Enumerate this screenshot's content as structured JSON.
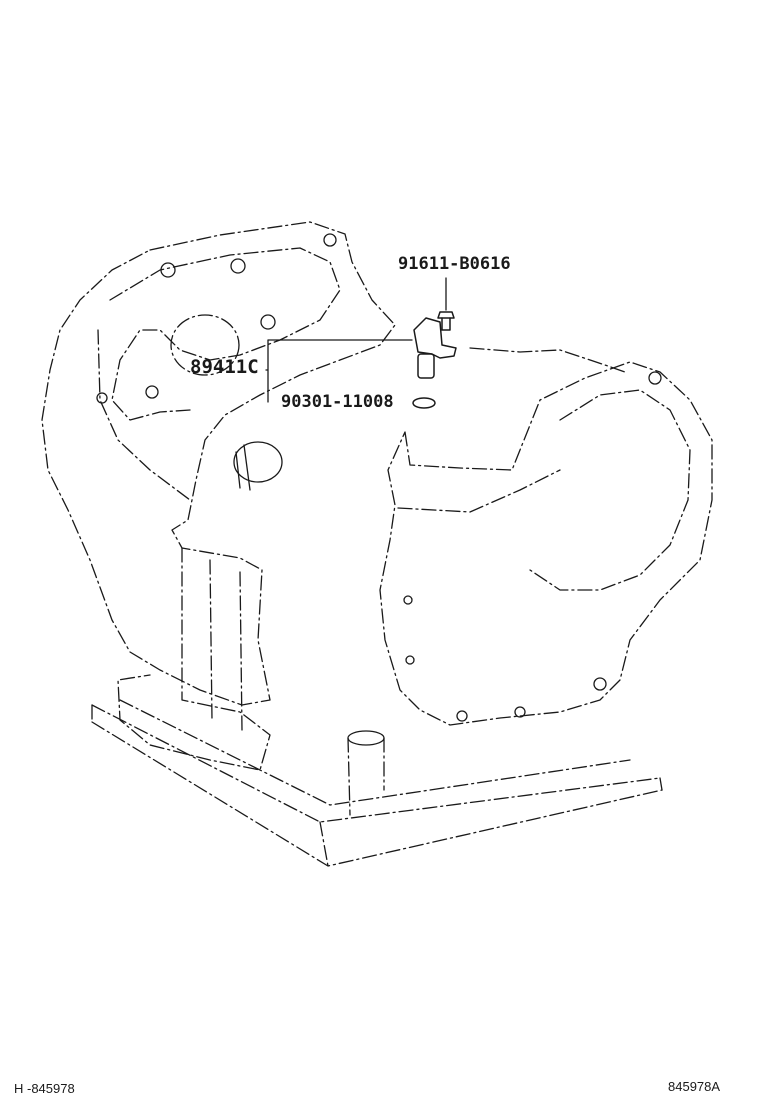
{
  "diagram": {
    "callouts": {
      "bolt": "91611-B0616",
      "sensor": "89411C",
      "o_ring": "90301-11008"
    },
    "footer": {
      "left_code": "H -845978",
      "right_code": "845978A"
    },
    "colors": {
      "ink": "#1a1a1a",
      "background": "#ffffff"
    }
  }
}
